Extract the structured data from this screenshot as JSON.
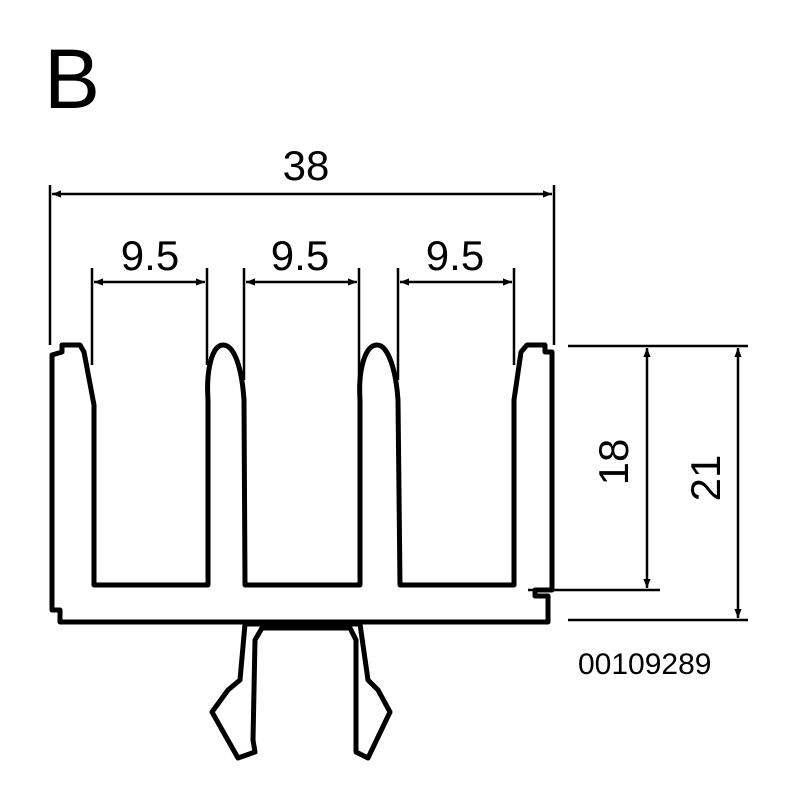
{
  "figure_letter": "B",
  "dimensions": {
    "overall_width": "38",
    "channel_1_width": "9.5",
    "channel_2_width": "9.5",
    "channel_3_width": "9.5",
    "inner_height": "18",
    "overall_height": "21"
  },
  "part_number": "00109289",
  "colors": {
    "line": "#000000",
    "background": "#ffffff"
  }
}
